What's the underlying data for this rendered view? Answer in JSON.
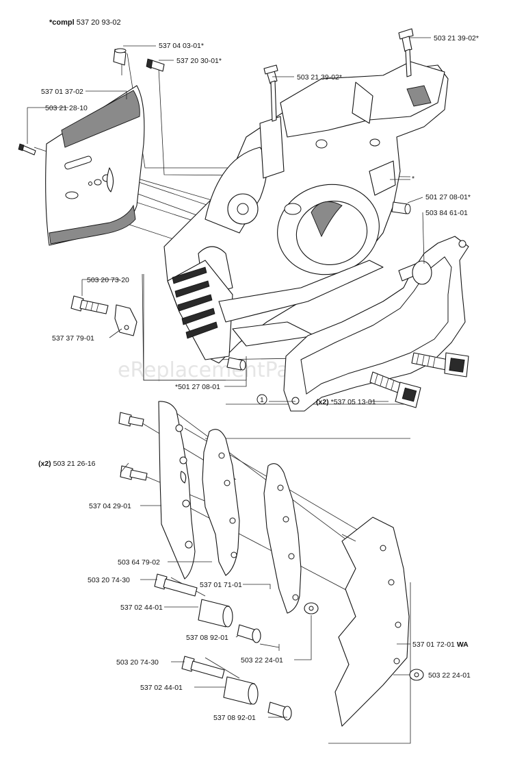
{
  "header": {
    "prefix": "*compl",
    "number": "537 20 93-02"
  },
  "watermark": "eReplacementParts.com",
  "callout_circle": "1",
  "labels": {
    "p1": "537 04 03-01*",
    "p2": "537 20 30-01*",
    "p3": "503 21 39-02*",
    "p4": "503 21 39-02*",
    "p5": "537 01 37-02",
    "p6": "503 21 28-10",
    "p7": "*",
    "p8": "501 27 08-01*",
    "p9": "503 84 61-01",
    "p10": "503 20 73-20",
    "p11": "537 37 79-01",
    "p12": "*501 27 08-01",
    "p13_prefix": "(x2)",
    "p13": "*537 05 13-01",
    "p14_prefix": "(x2)",
    "p14": "503 21 26-16",
    "p15": "537 04 29-01",
    "p16": "503 64 79-02",
    "p17": "537 01 71-01",
    "p18": "503 20 74-30",
    "p19": "537 02 44-01",
    "p20": "537 08 92-01",
    "p21": "503 22 24-01",
    "p22": "537 01 72-01",
    "p22_suffix": "WA",
    "p23": "503 20 74-30",
    "p24": "537 02 44-01",
    "p25": "537 08 92-01",
    "p26": "503 22 24-01"
  }
}
